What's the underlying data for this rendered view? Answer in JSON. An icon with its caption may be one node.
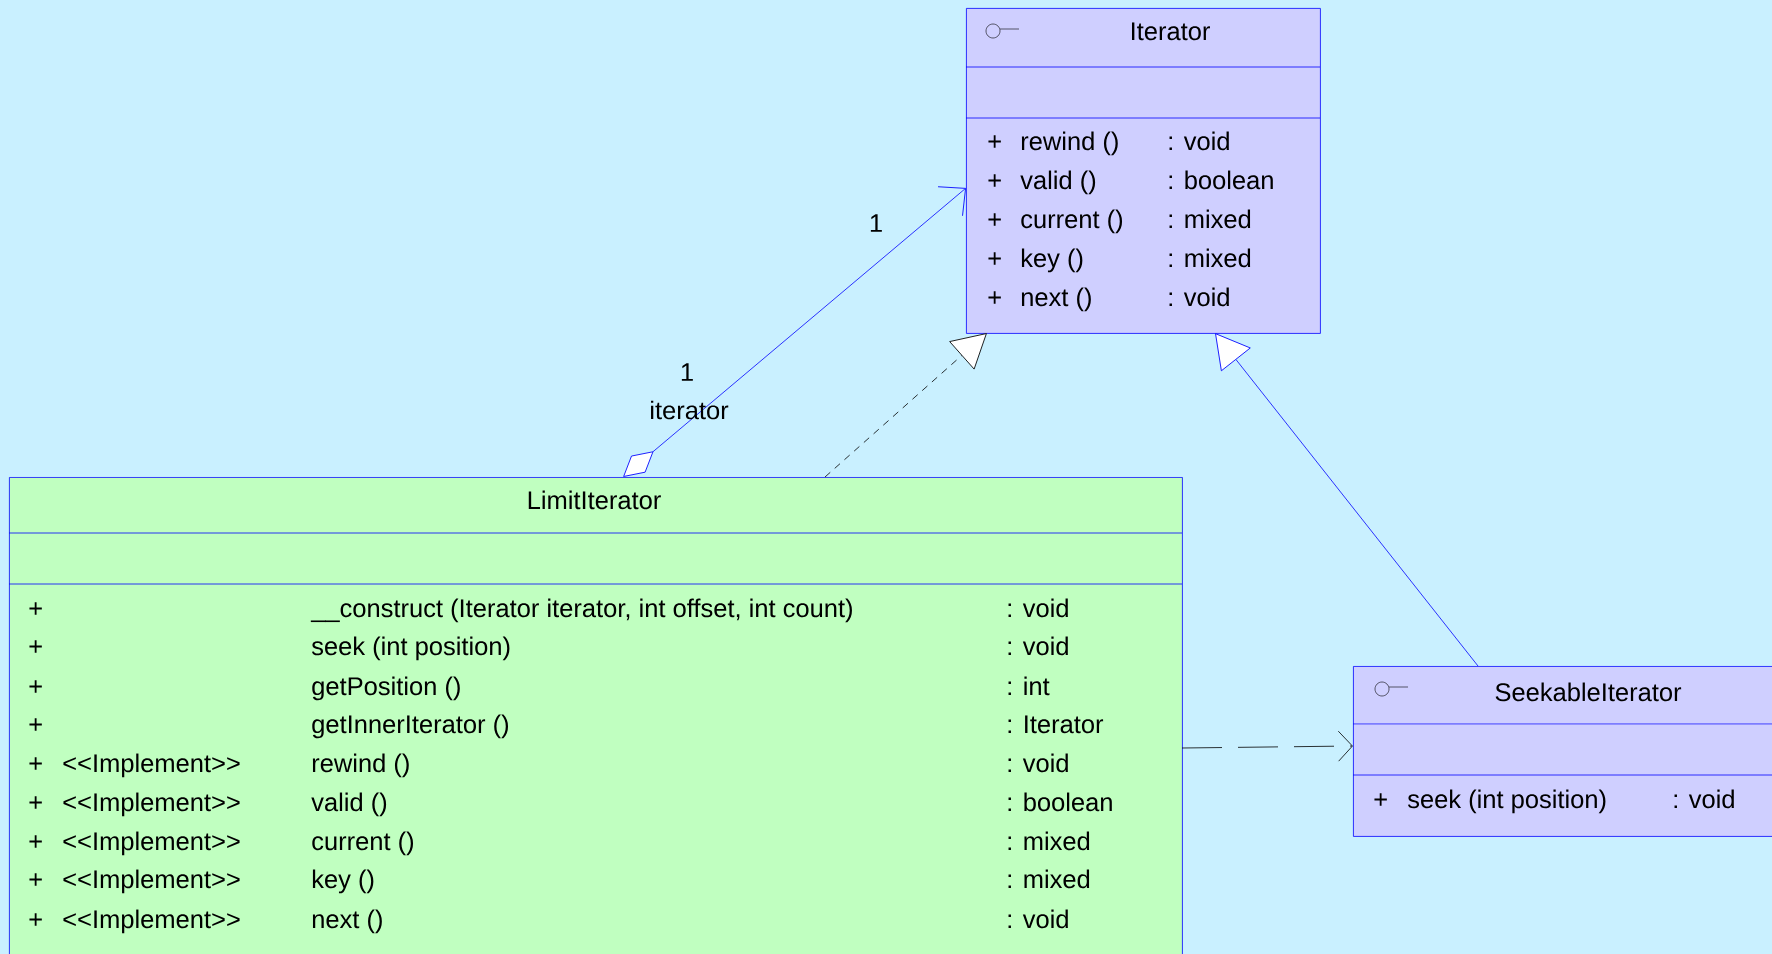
{
  "diagram": {
    "nodes": [
      {
        "text": [
          "Iterator",
          "+",
          "rewind ()",
          ": void",
          "+",
          "valid ()",
          ": boolean",
          "+",
          "current ()",
          ": mixed",
          "+",
          "key ()",
          ": mixed",
          "+",
          "next ()",
          ": void"
        ]
      },
      {
        "text": [
          "LimitIterator",
          "+",
          "__construct (Iterator iterator, int offset, int count)",
          ": void",
          "+",
          "seek (int position)",
          ": void",
          "+",
          "getPosition ()",
          ": int",
          "+",
          "getInnerIterator ()",
          ": Iterator",
          "+",
          "<<Implement>>",
          "rewind ()",
          ": void",
          "+",
          "<<Implement>>",
          "valid ()",
          ": boolean",
          "+",
          "<<Implement>>",
          "current ()",
          ": mixed",
          "+",
          "<<Implement>>",
          "key ()",
          ": mixed",
          "+",
          "<<Implement>>",
          "next ()",
          ": void"
        ]
      },
      {
        "text": [
          "SeekableIterator",
          "+",
          "seek (int position)",
          ": void"
        ]
      }
    ],
    "edges": [
      {
        "from": 1,
        "to": 0,
        "arrow": "to"
      },
      {
        "from": 1,
        "to": 0,
        "arrow": "to",
        "style": "dashed",
        "color": "#000000"
      },
      {
        "from": 2,
        "to": 0,
        "arrow": "to"
      },
      {
        "from": 1,
        "to": 2,
        "arrow": "to",
        "style": "dashed",
        "color": "#000000"
      }
    ],
    "labels": [
      "1",
      "1",
      "iterator"
    ]
  }
}
